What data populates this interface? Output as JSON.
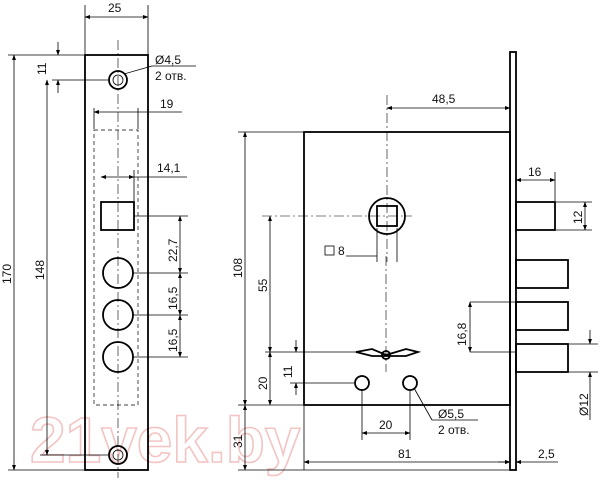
{
  "watermark": "21vek.by",
  "faceplate": {
    "width": "25",
    "hole_top_offset": "11",
    "hole_note": {
      "diameter": "Ø4,5",
      "count": "2 отв."
    },
    "inner_width": "19",
    "square_offset": "14,1",
    "pitch_1": "22,7",
    "pitch_2": "16,5",
    "pitch_3": "16,5",
    "between_holes": "148",
    "total_height": "170"
  },
  "body": {
    "spindle_offset": "48,5",
    "bolt_width": "16",
    "latch_height": "12",
    "square_size": "8",
    "height": "108",
    "spindle_to_key": "55",
    "bolt_spacing": "16,8",
    "key_offset_small": "11",
    "key_offset": "20",
    "bottom_offset": "31",
    "screw_hole_note": {
      "diameter": "Ø5,5",
      "count": "2 отв."
    },
    "screw_spacing": "20",
    "depth": "81",
    "plate_thickness": "2,5",
    "bolt_diameter": "Ø12"
  }
}
